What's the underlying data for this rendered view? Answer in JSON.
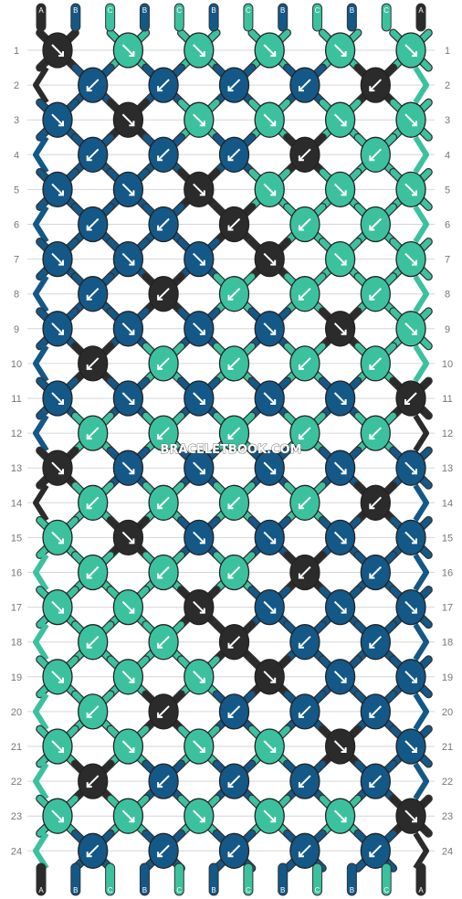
{
  "watermark": "BRACELETBOOK.COM",
  "colors": {
    "A": "#2b2b2b",
    "B": "#135887",
    "C": "#3cc19e",
    "outline": "#222222",
    "guideline": "#d6d6d6",
    "arrow": "#ffffff"
  },
  "strings": [
    "A",
    "B",
    "C",
    "B",
    "C",
    "B",
    "C",
    "B",
    "C",
    "B",
    "C",
    "A"
  ],
  "end_strings": [
    "A",
    "B",
    "C",
    "B",
    "C",
    "B",
    "C",
    "B",
    "C",
    "B",
    "C",
    "A"
  ],
  "row_labels": [
    "1",
    "2",
    "3",
    "4",
    "5",
    "6",
    "7",
    "8",
    "9",
    "10",
    "11",
    "12",
    "13",
    "14",
    "15",
    "16",
    "17",
    "18",
    "19",
    "20",
    "21",
    "22",
    "23",
    "24"
  ],
  "knot_rows": [
    [
      "A:right",
      "C:right",
      "C:right",
      "C:right",
      "C:right",
      "C:right"
    ],
    [
      "B:left",
      "B:left",
      "B:left",
      "B:left",
      "A:left"
    ],
    [
      "B:right",
      "A:right",
      "C:right",
      "C:right",
      "C:right",
      "C:right"
    ],
    [
      "B:left",
      "B:left",
      "B:left",
      "A:left",
      "C:left"
    ],
    [
      "B:right",
      "B:right",
      "A:right",
      "C:right",
      "C:right",
      "C:right"
    ],
    [
      "B:left",
      "B:left",
      "A:left",
      "C:left",
      "C:left"
    ],
    [
      "B:right",
      "B:right",
      "B:right",
      "A:right",
      "C:right",
      "C:right"
    ],
    [
      "B:left",
      "A:left",
      "C:left",
      "C:left",
      "C:left"
    ],
    [
      "B:right",
      "B:right",
      "B:right",
      "B:right",
      "A:right",
      "C:right"
    ],
    [
      "A:left",
      "C:left",
      "C:left",
      "C:left",
      "C:left"
    ],
    [
      "B:right",
      "B:right",
      "B:right",
      "B:right",
      "B:right",
      "A:left"
    ],
    [
      "C:left",
      "C:left",
      "C:left",
      "C:left",
      "C:left"
    ],
    [
      "A:right",
      "B:right",
      "B:right",
      "B:right",
      "B:right",
      "B:right"
    ],
    [
      "C:left",
      "C:left",
      "C:left",
      "C:left",
      "A:left"
    ],
    [
      "C:right",
      "A:right",
      "B:right",
      "B:right",
      "B:right",
      "B:right"
    ],
    [
      "C:left",
      "C:left",
      "C:left",
      "A:left",
      "B:left"
    ],
    [
      "C:right",
      "C:right",
      "A:right",
      "B:right",
      "B:right",
      "B:right"
    ],
    [
      "C:left",
      "C:left",
      "A:left",
      "B:left",
      "B:left"
    ],
    [
      "C:right",
      "C:right",
      "C:right",
      "A:right",
      "B:right",
      "B:right"
    ],
    [
      "C:left",
      "A:left",
      "B:left",
      "B:left",
      "B:left"
    ],
    [
      "C:right",
      "C:right",
      "C:right",
      "C:right",
      "A:right",
      "B:right"
    ],
    [
      "A:left",
      "B:left",
      "B:left",
      "B:left",
      "B:left"
    ],
    [
      "C:right",
      "C:right",
      "C:right",
      "C:right",
      "C:right",
      "A:right"
    ],
    [
      "B:left",
      "B:left",
      "B:left",
      "B:left",
      "B:left"
    ]
  ]
}
